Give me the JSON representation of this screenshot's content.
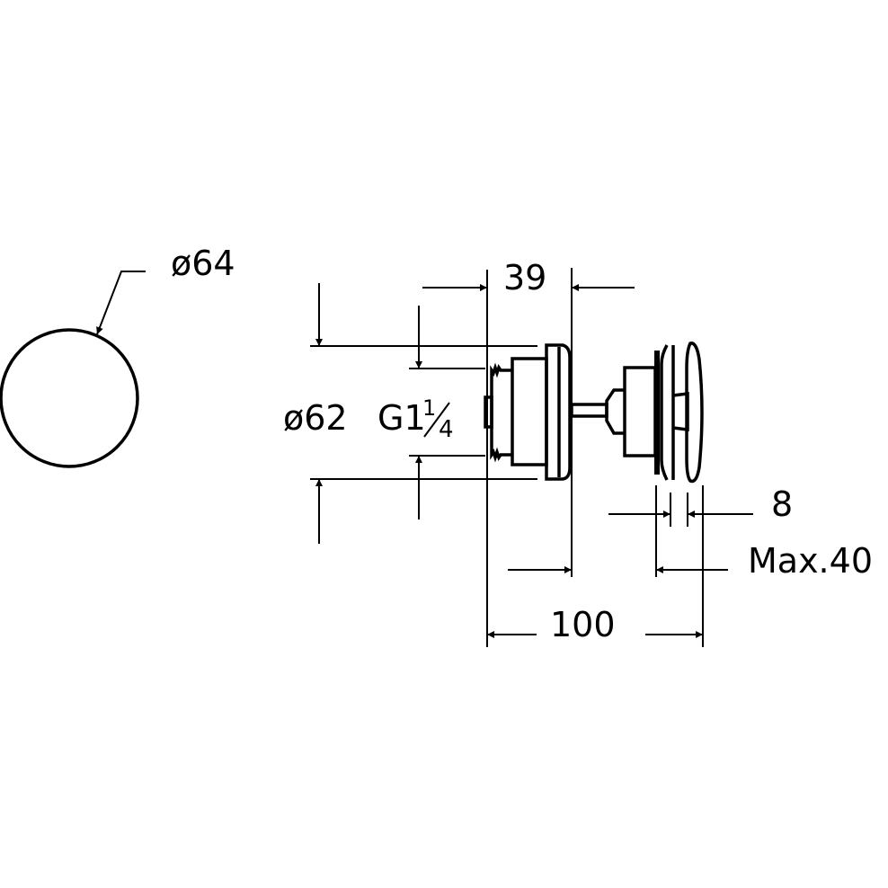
{
  "drawing": {
    "front_view": {
      "diameter_label": "ø64"
    },
    "side_view": {
      "dim_39": "39",
      "diameter_label": "ø62",
      "thread_label": "G1",
      "thread_fraction_num": "1",
      "thread_fraction_den": "4",
      "dim_8": "8",
      "dim_max40": "Max.40",
      "dim_100": "100"
    },
    "line_color": "#000000",
    "background_color": "#ffffff"
  }
}
